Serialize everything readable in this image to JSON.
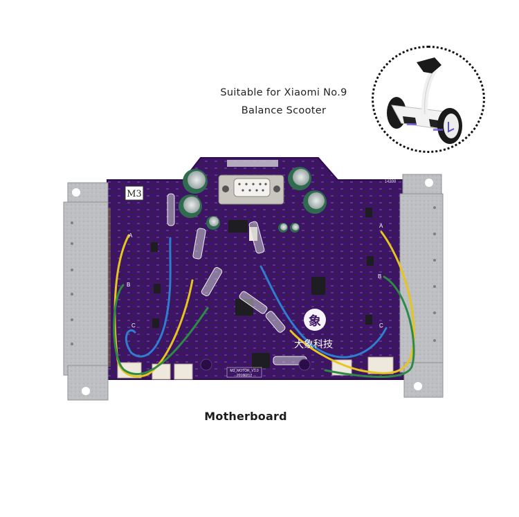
{
  "captions": {
    "compatibility_line1": "Suitable for Xiaomi No.9",
    "compatibility_line2": "Balance Scooter",
    "product_name": "Motherboard"
  },
  "pcb": {
    "model_label": "M3",
    "corner_code": "14398",
    "brand_text": "大象科技",
    "logo_glyph": "象",
    "board_code": "M3_MOTOR_V1.0",
    "board_date": "20180212",
    "phase_labels": [
      "A",
      "B",
      "C"
    ]
  },
  "colors": {
    "background": "#ffffff",
    "pcb_purple": "#3d1466",
    "pcb_purple_light": "#4e1f7e",
    "metal_bracket": "#b9bbbe",
    "capacitor_green": "#2f6b4f",
    "wire_yellow": "#e6c51f",
    "wire_green": "#2e8a45",
    "wire_blue": "#2f7fd0",
    "connector_white": "#efe8dc"
  },
  "images": {
    "inset": "Xiaomi No.9 self-balancing scooter (white with black wheels)",
    "main": "Purple hoverboard motherboard PCB with aluminum heat-sink brackets, capacitors, DB9 port and yellow/green/blue Hall sensor wires"
  }
}
